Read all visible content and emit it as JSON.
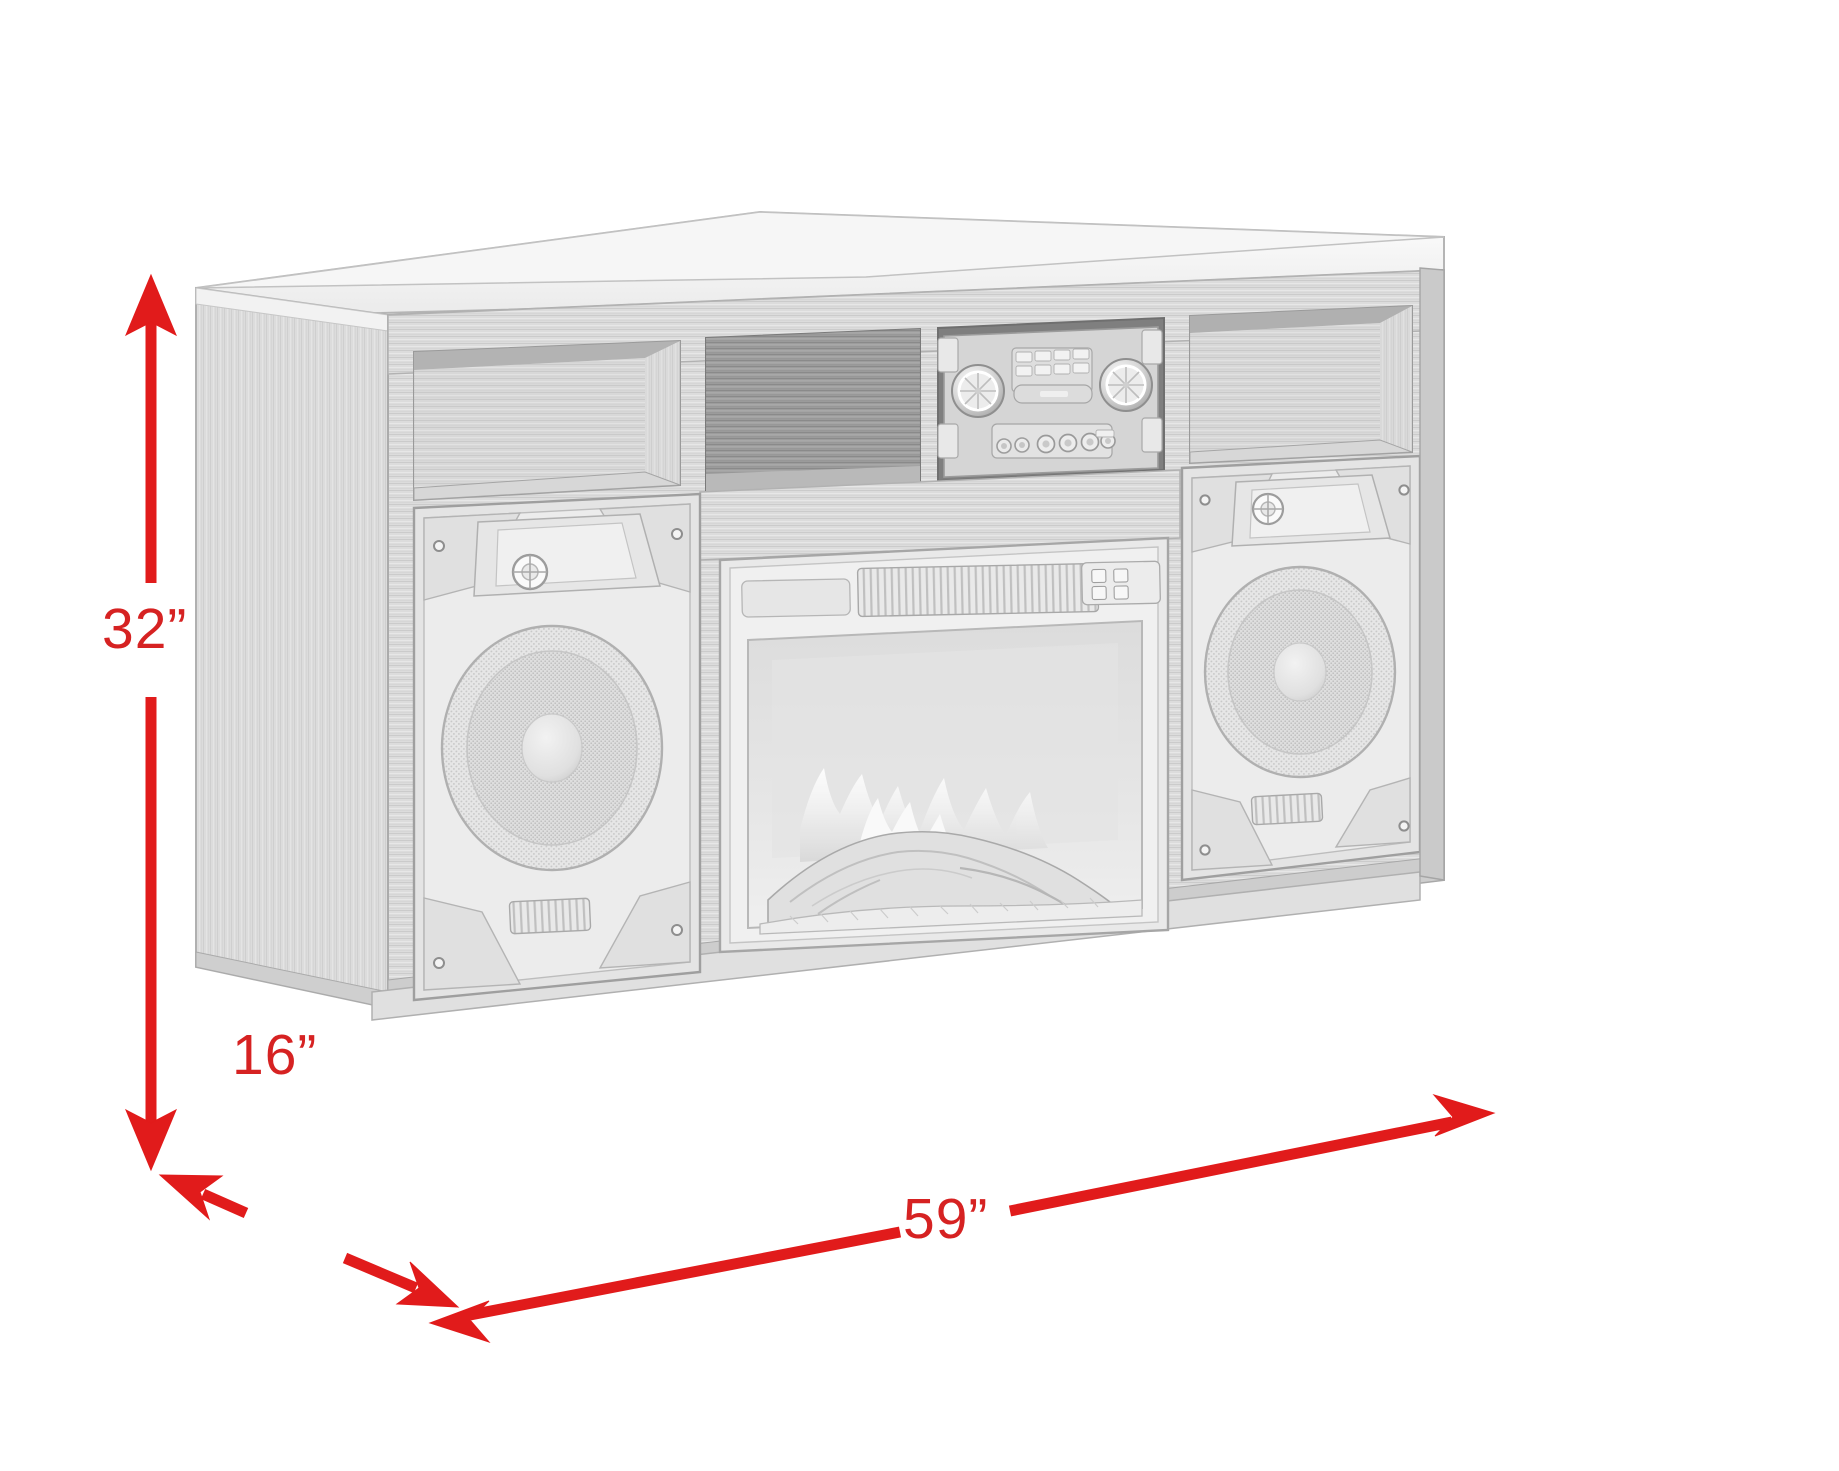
{
  "diagram": {
    "type": "product-dimension-diagram",
    "product_name": "Fireplace Media Console with Integrated Speakers and Stereo Receiver",
    "background_color": "#ffffff",
    "annotation_color": "#d62222",
    "finish_color": "#d8d8d8"
  },
  "dimensions": {
    "height": {
      "label": "32”",
      "value": 32,
      "unit": "inch",
      "axis": "height"
    },
    "depth": {
      "label": "16”",
      "value": 16,
      "unit": "inch",
      "axis": "depth"
    },
    "width": {
      "label": "59”",
      "value": 59,
      "unit": "inch",
      "axis": "width"
    }
  },
  "product": {
    "cabinet": {
      "finish": "whitewashed oak",
      "top_surface": "plank top",
      "side_panel": "left side panel"
    },
    "compartments": [
      {
        "name": "left-open-shelf",
        "type": "open cubby"
      },
      {
        "name": "center-open-shelf",
        "type": "open cubby"
      },
      {
        "name": "stereo-bay",
        "type": "equipment bay"
      },
      {
        "name": "right-open-shelf",
        "type": "open cubby"
      }
    ],
    "speakers": [
      {
        "name": "left-speaker",
        "tweeter": "horn tweeter",
        "woofer": "perforated woofer grille",
        "port": "bottom bass port",
        "screws": 4
      },
      {
        "name": "right-speaker",
        "tweeter": "horn tweeter",
        "woofer": "perforated woofer grille",
        "port": "bottom bass port",
        "screws": 4
      }
    ],
    "stereo_receiver": {
      "name": "stereo-receiver",
      "left_dial": "volume dial",
      "right_dial": "tuning dial",
      "display": "lcd display",
      "button_rows": 2,
      "buttons_per_row": 4,
      "bottom_knobs": 4,
      "bottom_jacks": 2
    },
    "fireplace": {
      "name": "electric-fireplace-insert",
      "vent": "top heater vent grille",
      "control_pad": "4-button control pad",
      "firebox": "glass-front firebox",
      "log_set": "realistic log set",
      "flame": "flame effect"
    }
  }
}
